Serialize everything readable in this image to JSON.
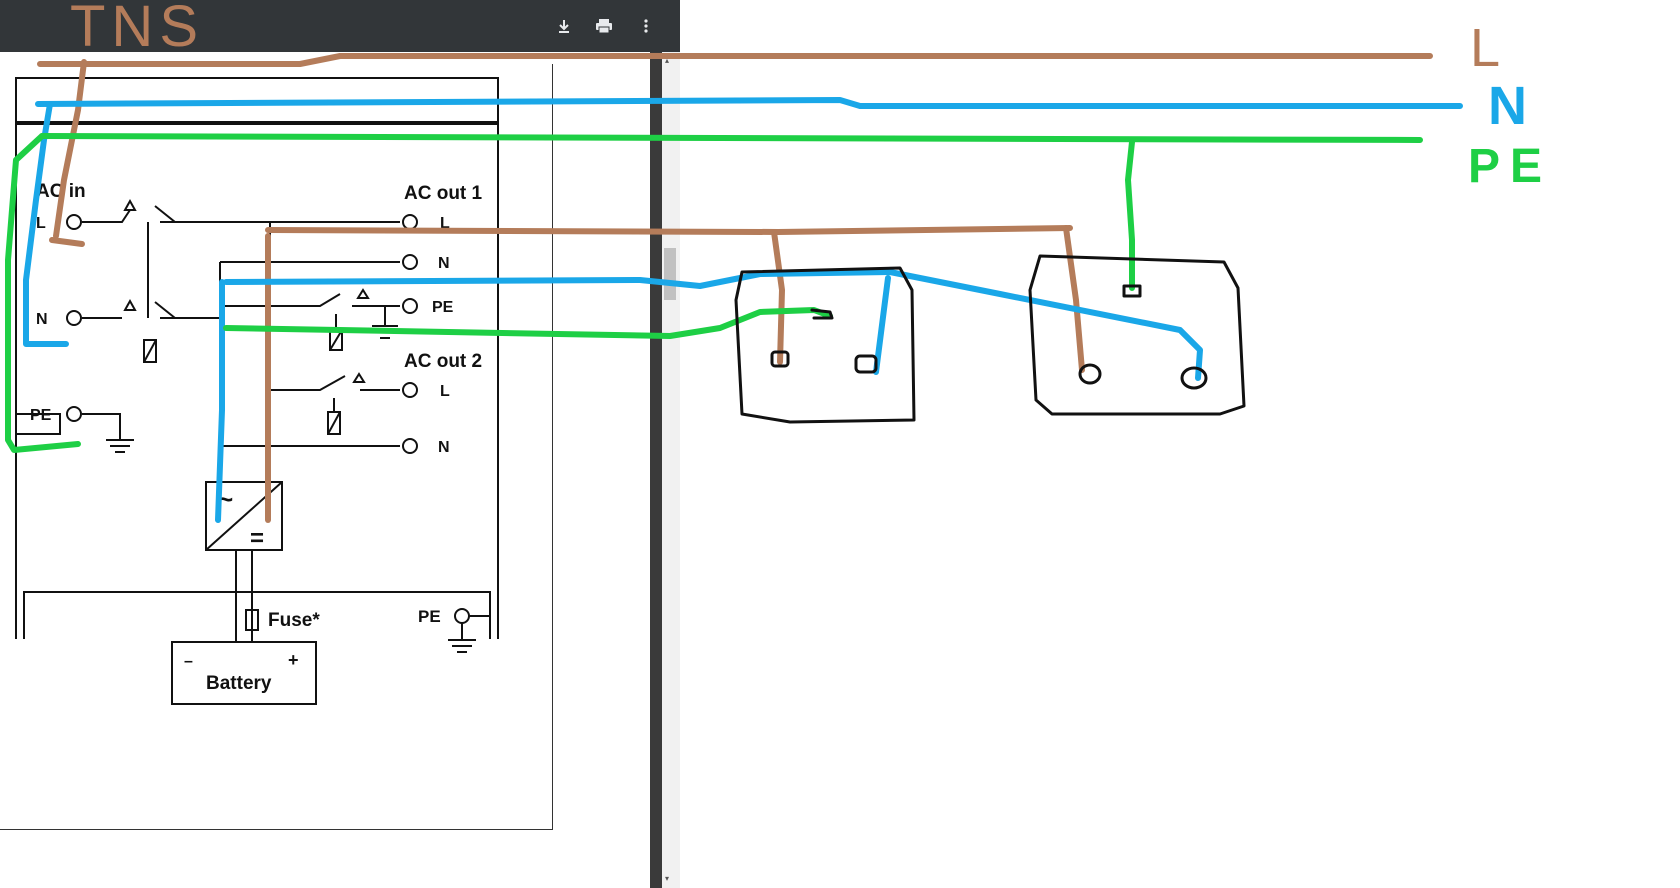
{
  "toolbar": {
    "download_icon": "download-icon",
    "print_icon": "print-icon",
    "more_icon": "more-vert-icon"
  },
  "scrollbar": {
    "up_arrow": "▴",
    "down_arrow": "▾"
  },
  "schematic": {
    "ac_in_label": "AC in",
    "ac_in_l": "L",
    "ac_in_n": "N",
    "ac_in_pe": "PE",
    "ac_out1_label": "AC out 1",
    "ac_out1_l": "L",
    "ac_out1_n": "N",
    "ac_out1_pe": "PE",
    "ac_out2_label": "AC out 2",
    "ac_out2_l": "L",
    "ac_out2_n": "N",
    "fuse_label": "Fuse*",
    "battery_label": "Battery",
    "battery_minus": "–",
    "battery_plus": "+",
    "pe_bottom_label": "PE",
    "inverter_ac_symbol": "~",
    "inverter_dc_symbol": "="
  },
  "annotation": {
    "title": "TNS",
    "line_l": "L",
    "line_n": "N",
    "line_pe": "PE"
  },
  "colors": {
    "toolbar_bg": "#323639",
    "wire_l": "#b47c5a",
    "wire_n": "#1aa7e8",
    "wire_pe": "#1ecf45",
    "ink": "#111111"
  }
}
